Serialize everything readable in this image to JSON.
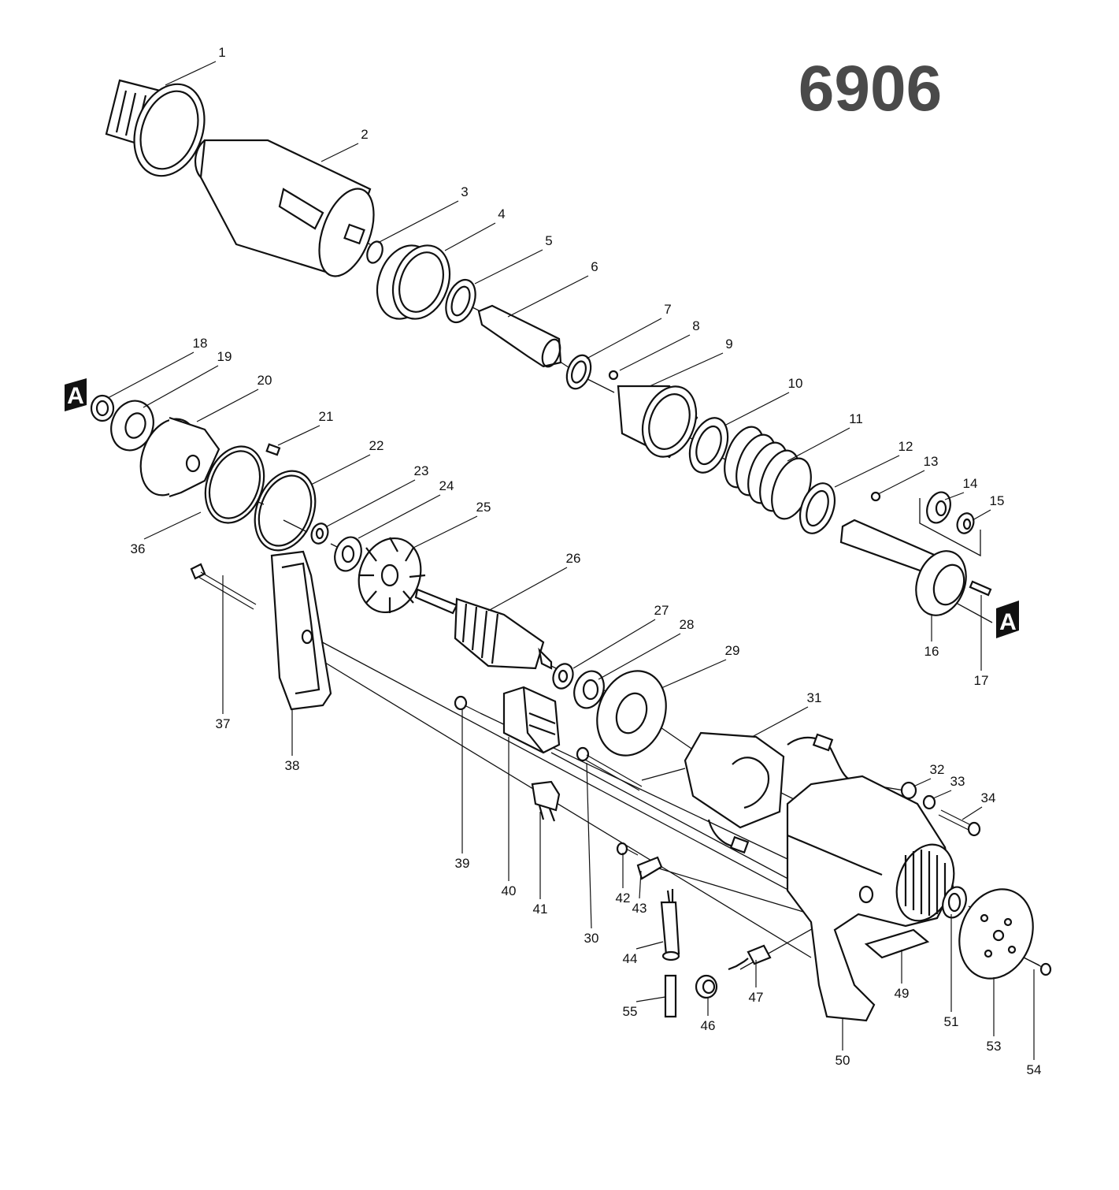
{
  "model_number": "6906",
  "section_marker": "A",
  "part_numbers": [
    "1",
    "2",
    "3",
    "4",
    "5",
    "6",
    "7",
    "8",
    "9",
    "10",
    "11",
    "12",
    "13",
    "14",
    "15",
    "16",
    "17",
    "18",
    "19",
    "20",
    "21",
    "22",
    "23",
    "24",
    "25",
    "26",
    "27",
    "28",
    "29",
    "30",
    "31",
    "32",
    "33",
    "34",
    "36",
    "37",
    "38",
    "39",
    "40",
    "41",
    "42",
    "43",
    "44",
    "46",
    "47",
    "49",
    "50",
    "51",
    "53",
    "54",
    "55"
  ]
}
